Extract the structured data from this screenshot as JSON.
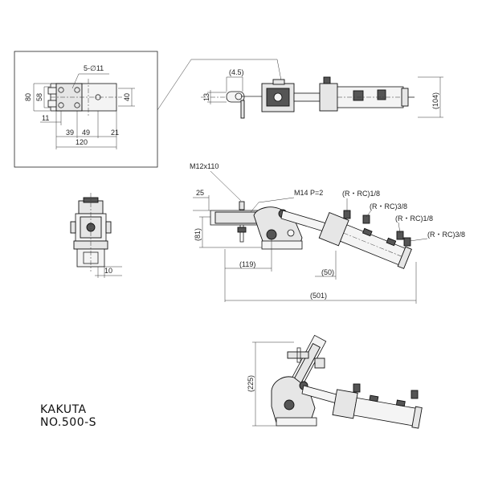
{
  "title": {
    "brand": "KAKUTA",
    "model": "NO.500-S"
  },
  "detail_view": {
    "hole_label": "5-∅11",
    "dims": {
      "d80": "80",
      "d58": "58",
      "d40": "40",
      "d11": "11",
      "d39": "39",
      "d49": "49",
      "d21": "21",
      "d120": "120"
    }
  },
  "top_view": {
    "dims": {
      "d4_5": "(4.5)",
      "d13": "13",
      "d104": "(104)"
    }
  },
  "side_view": {
    "labels": {
      "m12": "M12x110",
      "m14": "M14 P=2",
      "port1": "(R・RC)1/8",
      "port2": "(R・RC)3/8",
      "port3": "(R・RC)1/8",
      "port4": "(R・RC)3/8"
    },
    "dims": {
      "d25": "25",
      "d81": "(81)",
      "d119": "(119)",
      "d50": "(50)",
      "d501": "(501)"
    }
  },
  "end_view": {
    "dims": {
      "d10": "10"
    }
  },
  "open_view": {
    "dims": {
      "d225": "(225)"
    }
  }
}
